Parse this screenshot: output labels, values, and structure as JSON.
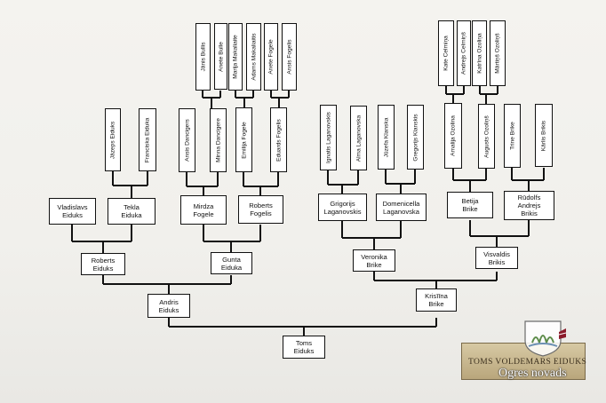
{
  "gen1": {
    "t1": "Toms\nEiduks"
  },
  "gen2": {
    "p1": "Andris\nEiduks",
    "p2": "Krisīīna\nBrike"
  },
  "gen3": {
    "g1": "Roberts\nEiduks",
    "g2": "Gunta\nEiduka",
    "g3": "Veronika\nBrike",
    "g4": "Visvaldis\nBrikis"
  },
  "gen4": {
    "a1": "Vladislavs\nEiduks",
    "a2": "Tekla\nEiduka",
    "a3": "Mirdza\nFogele",
    "a4": "Roberts\nFogelis",
    "a5": "Grigorijs\nLaganovskis",
    "a6": "Domenicella\nLaganovska",
    "a7": "Betija\nBrike",
    "a8": "Rūdolfs\nAndrejs\nBrikis"
  },
  "gen5": {
    "b1": "Jāzeps Eiduks",
    "b2": "Franciska Eiduka",
    "b3": "Ansis Dancigers",
    "b4": "Minna Dancigere",
    "b5": "Emilija Fogele",
    "b6": "Eduards Fogelis",
    "b7": "Ignatis Laganovskis",
    "b8": "Alma Laganovska",
    "b9": "Jūzefa Klanska",
    "b10": "Gregorijs Klanskis",
    "b11": "Amalija Ozolina",
    "b12": "Augusts Ozoliņš",
    "b13": "Trine Brike",
    "b14": "Kārlis Brikis"
  },
  "gen6": {
    "c1": "Jānis Bullis",
    "c2": "Anete Bulle",
    "c3": "Marija Makaliaite",
    "c4": "Adams Makaliaitis",
    "c5": "Anete Fogele",
    "c6": "Ansis Fogelis",
    "c7": "Kate Celmiņa",
    "c8": "Andrejs Celmiņš",
    "c9": "Katrīna Ozoliņa",
    "c10": "Mārtiņš Ozoliņš"
  },
  "logo": {
    "title": "TOMS VOLDEMARS EIDUKS",
    "region": "Ogres novads"
  }
}
